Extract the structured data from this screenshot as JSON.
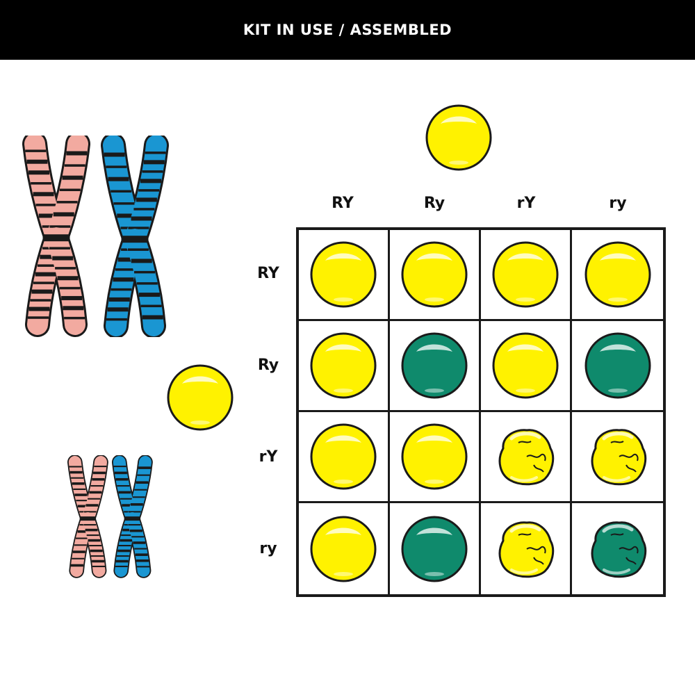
{
  "banner": {
    "title": "KIT IN USE / ASSEMBLED"
  },
  "colors": {
    "yellow": "#fff200",
    "green": "#0f8a6c",
    "outline": "#1a1a1a",
    "chromosome_pink": "#f2aaa0",
    "chromosome_blue": "#1a96d2",
    "band": "#1a1a1a"
  },
  "punnett": {
    "columns": [
      "RY",
      "Ry",
      "rY",
      "ry"
    ],
    "rows": [
      "RY",
      "Ry",
      "rY",
      "ry"
    ],
    "cells": [
      [
        {
          "color": "yellow",
          "shape": "round"
        },
        {
          "color": "yellow",
          "shape": "round"
        },
        {
          "color": "yellow",
          "shape": "round"
        },
        {
          "color": "yellow",
          "shape": "round"
        }
      ],
      [
        {
          "color": "yellow",
          "shape": "round"
        },
        {
          "color": "green",
          "shape": "round"
        },
        {
          "color": "yellow",
          "shape": "round"
        },
        {
          "color": "green",
          "shape": "round"
        }
      ],
      [
        {
          "color": "yellow",
          "shape": "round"
        },
        {
          "color": "yellow",
          "shape": "round"
        },
        {
          "color": "yellow",
          "shape": "wrinkled"
        },
        {
          "color": "yellow",
          "shape": "wrinkled"
        }
      ],
      [
        {
          "color": "yellow",
          "shape": "round"
        },
        {
          "color": "green",
          "shape": "round"
        },
        {
          "color": "yellow",
          "shape": "wrinkled"
        },
        {
          "color": "green",
          "shape": "wrinkled"
        }
      ]
    ]
  },
  "parents": {
    "top": {
      "color": "yellow",
      "shape": "round"
    },
    "left": {
      "color": "yellow",
      "shape": "round"
    }
  },
  "chromosomes": [
    {
      "size": "large",
      "color": "pink"
    },
    {
      "size": "large",
      "color": "blue"
    },
    {
      "size": "small",
      "color": "pink"
    },
    {
      "size": "small",
      "color": "blue"
    }
  ]
}
